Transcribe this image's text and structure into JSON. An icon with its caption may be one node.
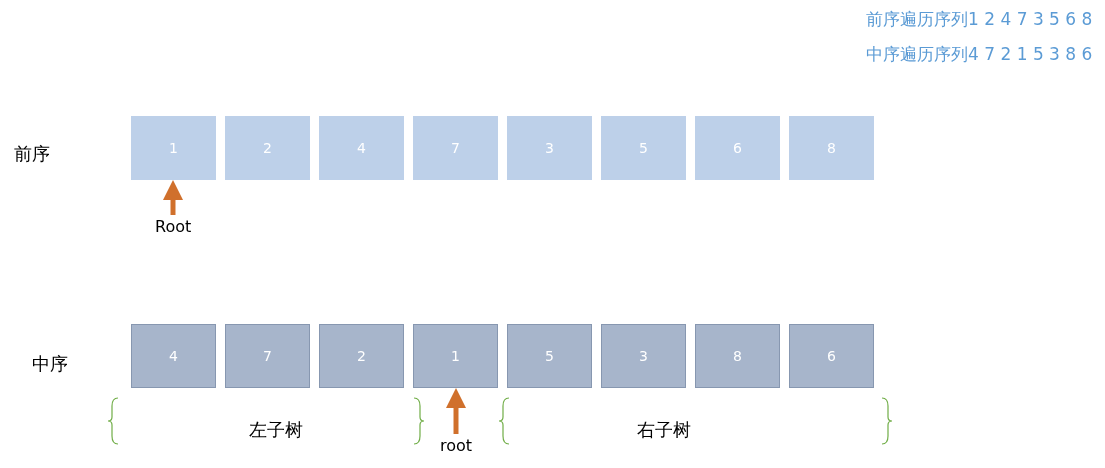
{
  "diagram": {
    "nodes": [
      {
        "text": [
          "1"
        ]
      },
      {
        "text": [
          "2"
        ]
      },
      {
        "text": [
          "4"
        ]
      },
      {
        "text": [
          "7"
        ]
      },
      {
        "text": [
          "3"
        ]
      },
      {
        "text": [
          "5"
        ]
      },
      {
        "text": [
          "6"
        ]
      },
      {
        "text": [
          "8"
        ]
      },
      {
        "text": [
          "Root"
        ]
      },
      {
        "text": [
          "4"
        ]
      },
      {
        "text": [
          "7"
        ]
      },
      {
        "text": [
          "2"
        ]
      },
      {
        "text": [
          "1"
        ]
      },
      {
        "text": [
          "5"
        ]
      },
      {
        "text": [
          "3"
        ]
      },
      {
        "text": [
          "8"
        ]
      },
      {
        "text": [
          "6"
        ]
      },
      {
        "text": [
          "root"
        ]
      }
    ],
    "edges": [
      {
        "from": 8,
        "to": 0,
        "arrow": "to"
      },
      {
        "from": 17,
        "to": 12,
        "arrow": "to"
      }
    ],
    "labels": [
      "前序遍历序列1 2 4 7 3 5 6 8",
      "中序遍历序列4 7 2 1 5 3 8 6",
      "前序",
      "中序",
      "左子树",
      "右子树"
    ]
  }
}
